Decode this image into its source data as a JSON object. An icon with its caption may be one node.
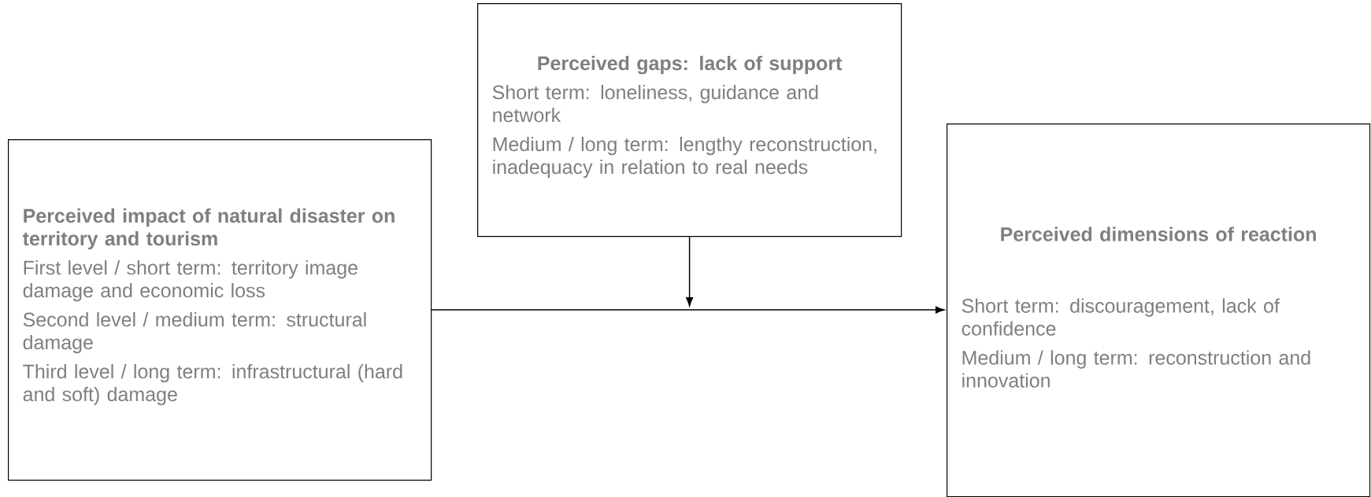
{
  "diagram": {
    "nodes": [
      {
        "text": [
          "Perceived impact of natural disaster on territory and tourism",
          "First level / short term: territory image damage and economic loss",
          "Second level / medium term: structural damage",
          "Third level / long term: infrastructural (hard and soft) damage"
        ]
      },
      {
        "text": [
          "Perceived gaps: lack of support",
          "Short term: loneliness, guidance and network",
          "Medium / long term: lengthy reconstruction, inadequacy in relation to real needs"
        ]
      },
      {
        "text": [
          "Perceived dimensions of reaction",
          "Short term: discouragement, lack of confidence",
          "Medium / long term: reconstruction and innovation"
        ]
      }
    ],
    "edges": [
      {
        "from": 0,
        "to": 2,
        "arrow": "to"
      },
      {
        "from": 1,
        "to": null,
        "arrow": "to"
      }
    ]
  }
}
